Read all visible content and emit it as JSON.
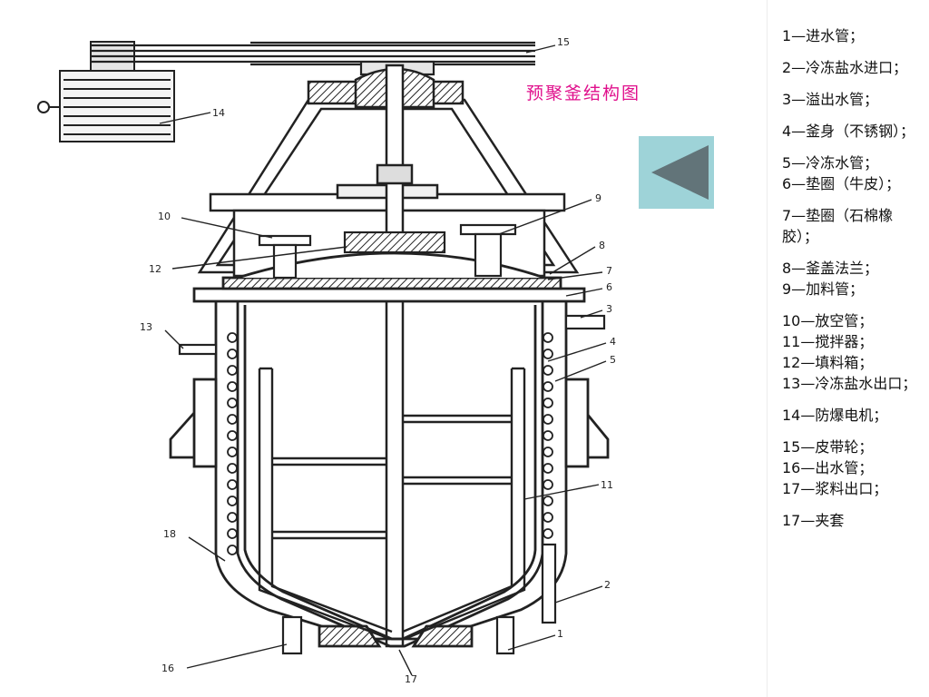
{
  "slide": {
    "title": "预聚釜结构图",
    "back_button_icon": "triangle-left-icon",
    "accent_color": "#e0108c",
    "button_color": "#9ed3d8",
    "button_arrow_color": "#627479"
  },
  "legend": {
    "items": [
      "1—进水管；",
      "2—冷冻盐水进口；",
      "3—溢出水管；",
      "4—釜身（不锈钢）；",
      "5—冷冻水管；",
      "6—垫圈（牛皮）；",
      "7—垫圈（石棉橡胶）；",
      "8—釜盖法兰；",
      "9—加料管；",
      "10—放空管；",
      "11—搅拌器；",
      "12—填料箱；",
      "13—冷冻盐水出口；",
      "14—防爆电机；",
      "15—皮带轮；",
      "16—出水管；",
      "17—浆料出口；",
      "17—夹套"
    ]
  },
  "diagram": {
    "labels": [
      "1",
      "2",
      "3",
      "4",
      "5",
      "6",
      "7",
      "8",
      "9",
      "10",
      "11",
      "12",
      "13",
      "14",
      "15",
      "16",
      "17",
      "18"
    ]
  }
}
